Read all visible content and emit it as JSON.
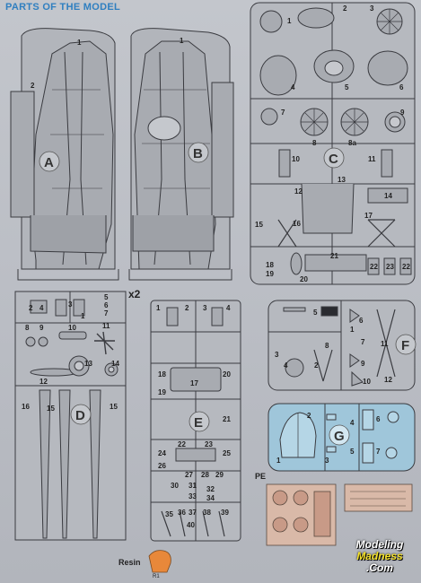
{
  "header": {
    "title": "PARTS OF THE MODEL"
  },
  "sprues": {
    "A": "A",
    "B": "B",
    "C": "C",
    "D": "D",
    "E": "E",
    "F": "F",
    "G": "G"
  },
  "labels": {
    "x2": "x2",
    "pe": "PE",
    "resin": "Resin",
    "resin_part": "R1"
  },
  "part_numbers": {
    "A": [
      "1",
      "2"
    ],
    "B": [
      "1"
    ],
    "C": [
      "1",
      "2",
      "3",
      "4",
      "5",
      "6",
      "7",
      "8",
      "8a",
      "9",
      "10",
      "11",
      "12",
      "13",
      "14",
      "15",
      "16",
      "17",
      "18",
      "19",
      "20",
      "21",
      "22",
      "23",
      "22"
    ],
    "D": [
      "2",
      "4",
      "3",
      "1",
      "5",
      "6",
      "7",
      "8",
      "9",
      "10",
      "11",
      "12",
      "13",
      "14",
      "15",
      "15",
      "16"
    ],
    "E": [
      "1",
      "2",
      "3",
      "4",
      "17",
      "18",
      "19",
      "20",
      "21",
      "22",
      "23",
      "24",
      "25",
      "26",
      "27",
      "28",
      "29",
      "30",
      "31",
      "32",
      "33",
      "34",
      "35",
      "36",
      "37",
      "38",
      "39",
      "40"
    ],
    "F": [
      "1",
      "2",
      "3",
      "4",
      "5",
      "6",
      "7",
      "8",
      "9",
      "10",
      "11",
      "12"
    ],
    "G": [
      "1",
      "2",
      "3",
      "4",
      "5",
      "6",
      "7"
    ]
  },
  "watermark": {
    "line1": "Modeling",
    "line2": "Madness",
    "line3": ".Com"
  },
  "colors": {
    "title": "#2f7fc0",
    "sprue_gray": "#a7aab0",
    "sprue_outline": "#3a3b40",
    "clear_sprue": "#9fc6da",
    "watermark_yellow": "#f4e12a"
  }
}
